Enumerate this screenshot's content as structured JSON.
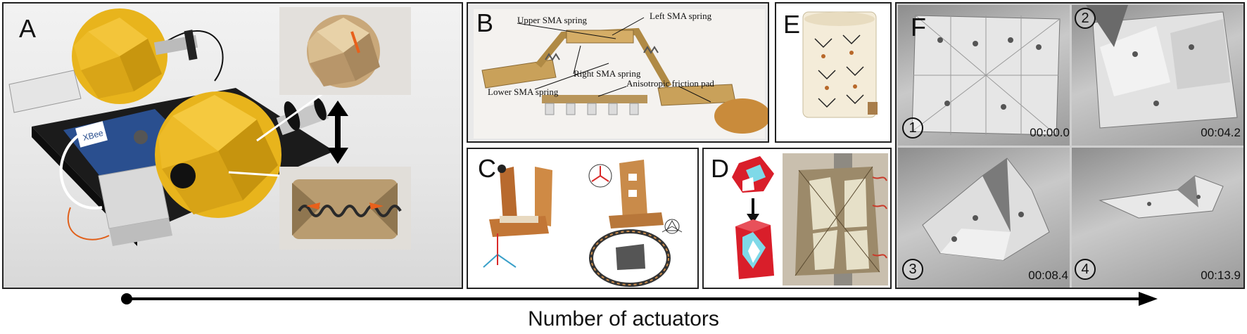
{
  "panels": {
    "a": {
      "letter": "A"
    },
    "b": {
      "letter": "B",
      "labels": {
        "upper_sma": "Upper SMA spring",
        "left_sma": "Left SMA spring",
        "right_sma": "Right SMA spring",
        "lower_sma": "Lower SMA spring",
        "friction_pad": "Anisotropic friction pad"
      }
    },
    "c": {
      "letter": "C"
    },
    "d": {
      "letter": "D"
    },
    "e": {
      "letter": "E"
    },
    "f": {
      "letter": "F",
      "frames": [
        {
          "num": "1",
          "time": "00:00.0"
        },
        {
          "num": "2",
          "time": "00:04.2"
        },
        {
          "num": "3",
          "time": "00:08.4"
        },
        {
          "num": "4",
          "time": "00:13.9"
        }
      ]
    }
  },
  "axis": {
    "label": "Number of actuators"
  },
  "colors": {
    "origami_yellow": "#e8b41c",
    "copper": "#c9a15a",
    "red_module": "#d91e2a",
    "cyan_module": "#7fd9e8",
    "kraft": "#9c8a6a"
  }
}
